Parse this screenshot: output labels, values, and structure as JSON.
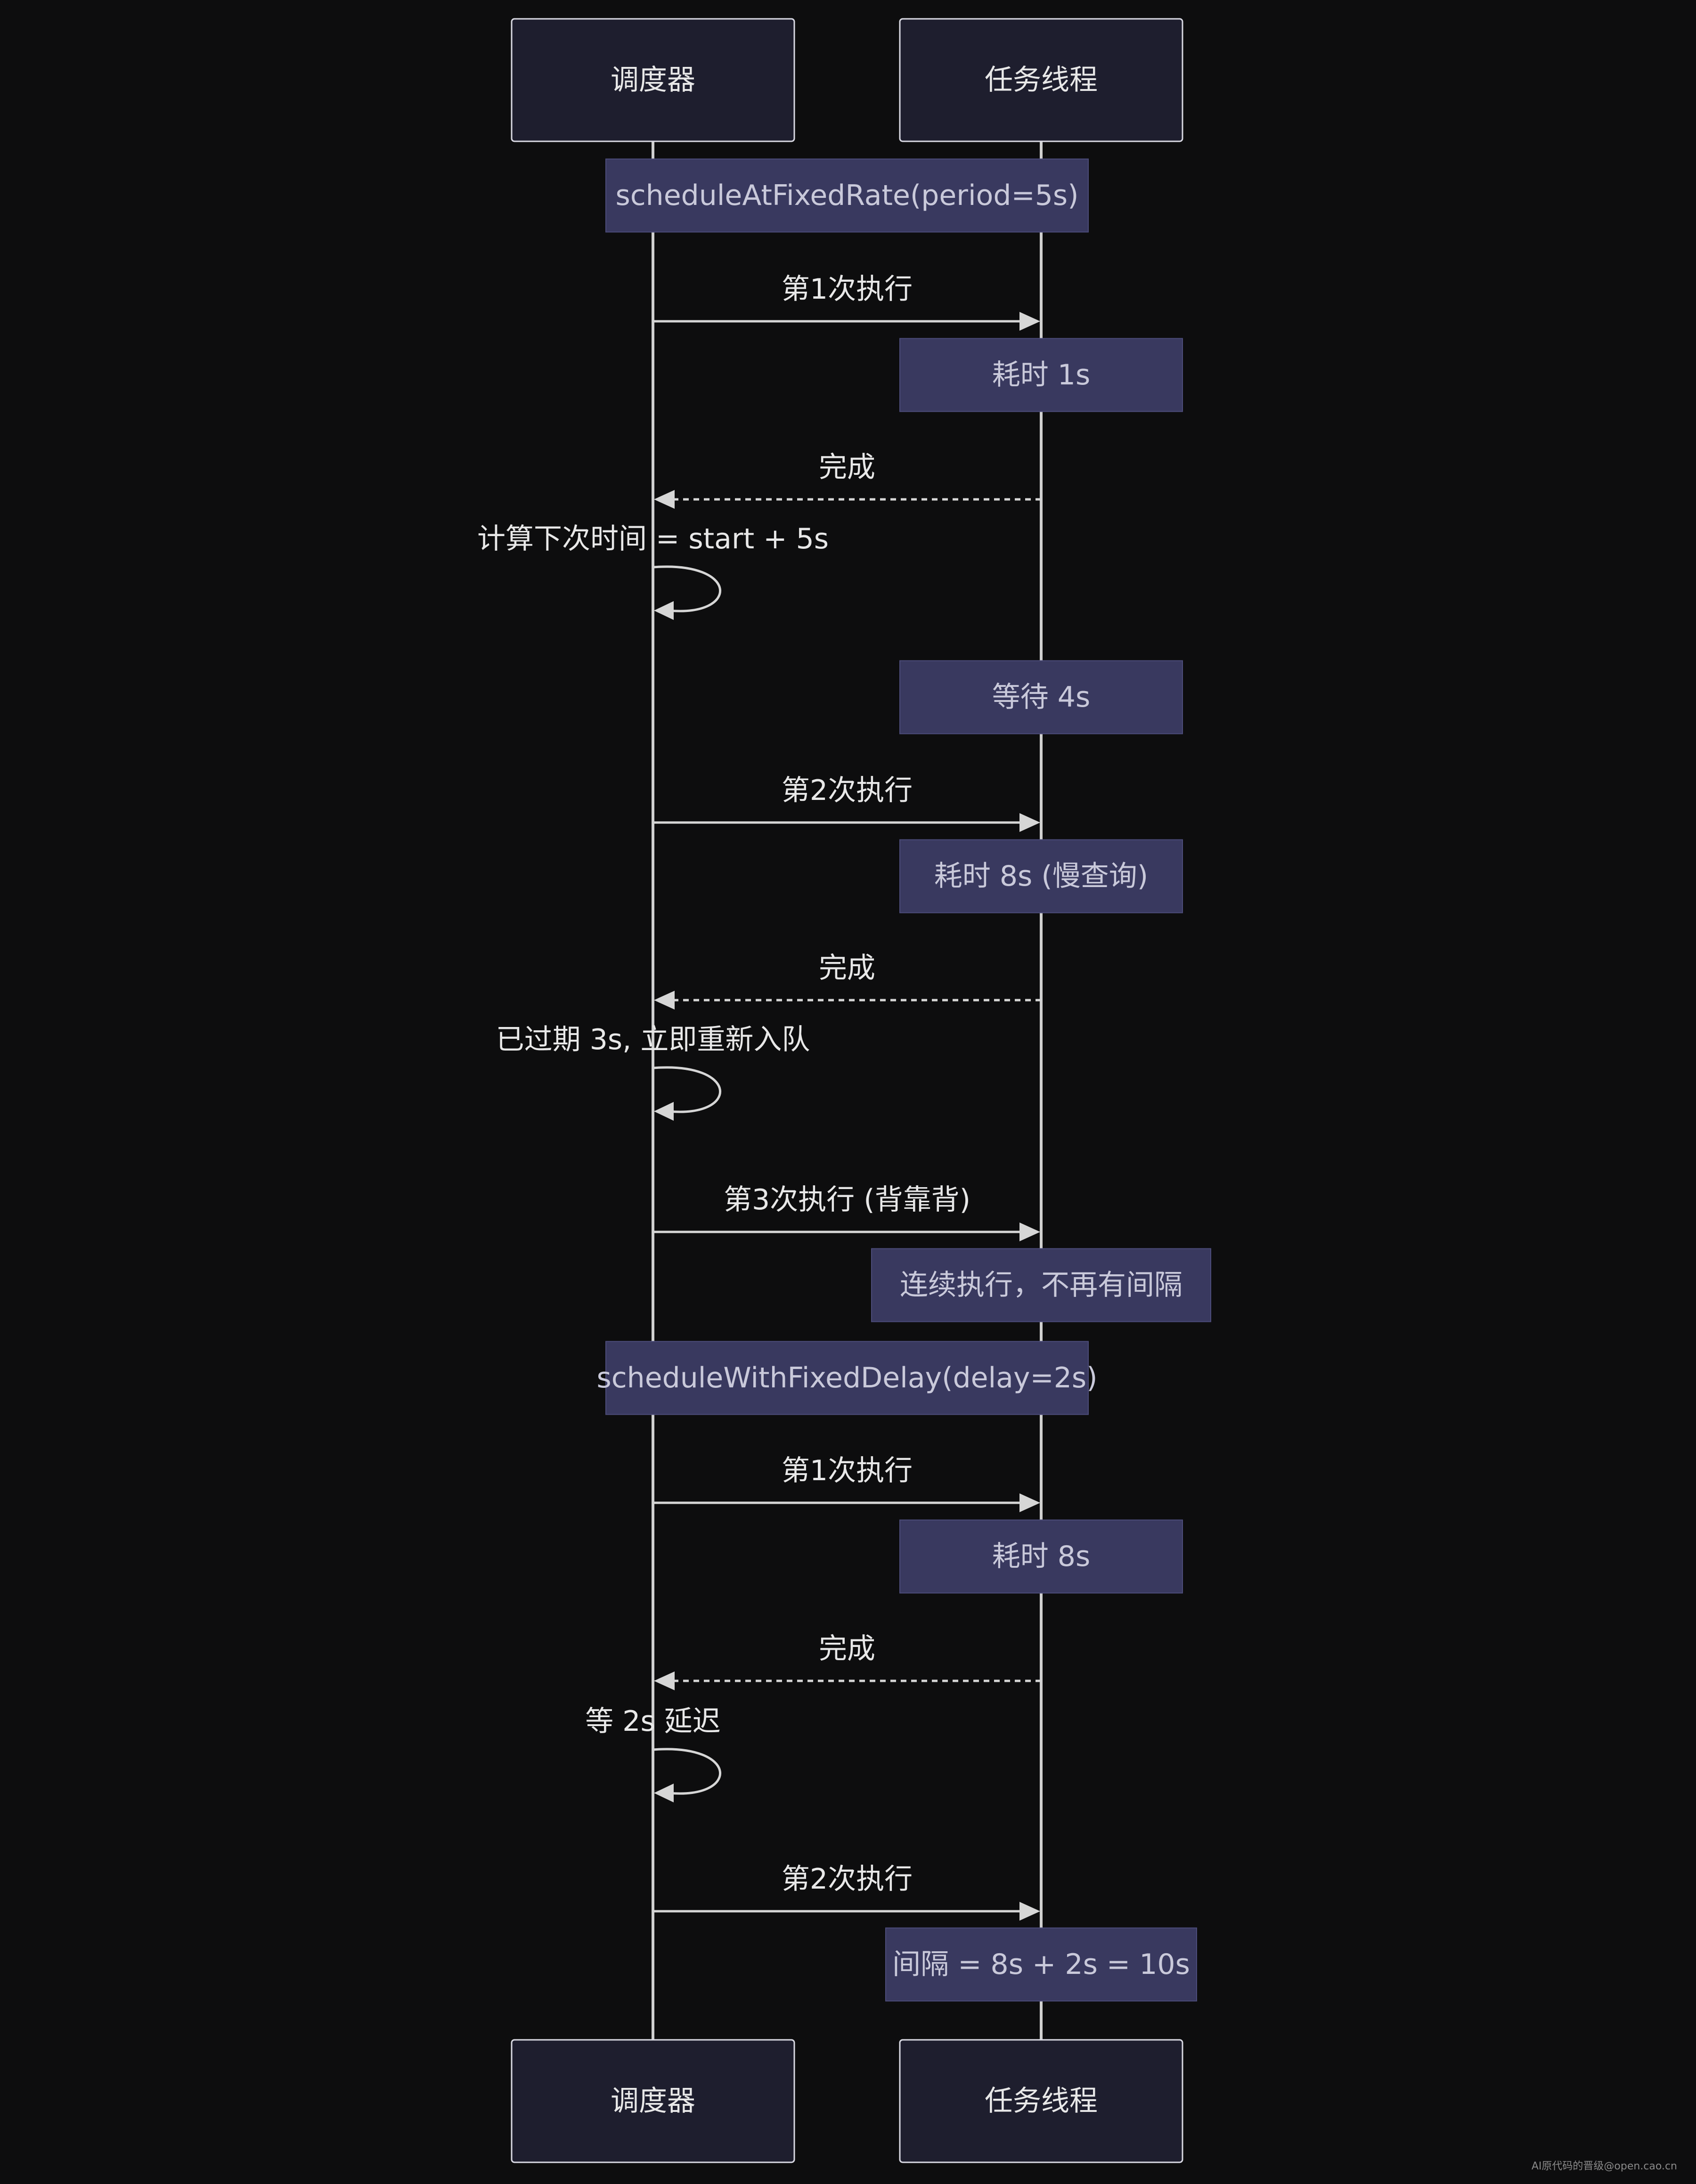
{
  "actors": [
    {
      "id": "scheduler",
      "label": "调度器"
    },
    {
      "id": "worker",
      "label": "任务线程"
    }
  ],
  "steps": [
    {
      "kind": "note",
      "over": "both",
      "text": "scheduleAtFixedRate(period=5s)"
    },
    {
      "kind": "message",
      "from": "scheduler",
      "to": "worker",
      "style": "solid",
      "text": "第1次执行"
    },
    {
      "kind": "note",
      "over": "worker",
      "text": "耗时 1s"
    },
    {
      "kind": "message",
      "from": "worker",
      "to": "scheduler",
      "style": "dashed",
      "text": "完成"
    },
    {
      "kind": "self",
      "actor": "scheduler",
      "text": "计算下次时间 = start + 5s"
    },
    {
      "kind": "note",
      "over": "worker",
      "text": "等待 4s"
    },
    {
      "kind": "message",
      "from": "scheduler",
      "to": "worker",
      "style": "solid",
      "text": "第2次执行"
    },
    {
      "kind": "note",
      "over": "worker",
      "text": "耗时 8s (慢查询)"
    },
    {
      "kind": "message",
      "from": "worker",
      "to": "scheduler",
      "style": "dashed",
      "text": "完成"
    },
    {
      "kind": "self",
      "actor": "scheduler",
      "text": "已过期 3s, 立即重新入队"
    },
    {
      "kind": "message",
      "from": "scheduler",
      "to": "worker",
      "style": "solid",
      "text": "第3次执行 (背靠背)"
    },
    {
      "kind": "note",
      "over": "worker",
      "text": "连续执行，不再有间隔"
    },
    {
      "kind": "note",
      "over": "both",
      "text": "scheduleWithFixedDelay(delay=2s)"
    },
    {
      "kind": "message",
      "from": "scheduler",
      "to": "worker",
      "style": "solid",
      "text": "第1次执行"
    },
    {
      "kind": "note",
      "over": "worker",
      "text": "耗时 8s"
    },
    {
      "kind": "message",
      "from": "worker",
      "to": "scheduler",
      "style": "dashed",
      "text": "完成"
    },
    {
      "kind": "self",
      "actor": "scheduler",
      "text": "等 2s 延迟"
    },
    {
      "kind": "message",
      "from": "scheduler",
      "to": "worker",
      "style": "solid",
      "text": "第2次执行"
    },
    {
      "kind": "note",
      "over": "worker",
      "text": "间隔 = 8s + 2s = 10s"
    }
  ],
  "watermark": "AI原代码的晋级@open.cao.cn",
  "colors": {
    "background": "#0d0d0e",
    "actor_fill": "#1e1e2e",
    "note_fill": "#39395f",
    "line": "#d6d6d6"
  }
}
